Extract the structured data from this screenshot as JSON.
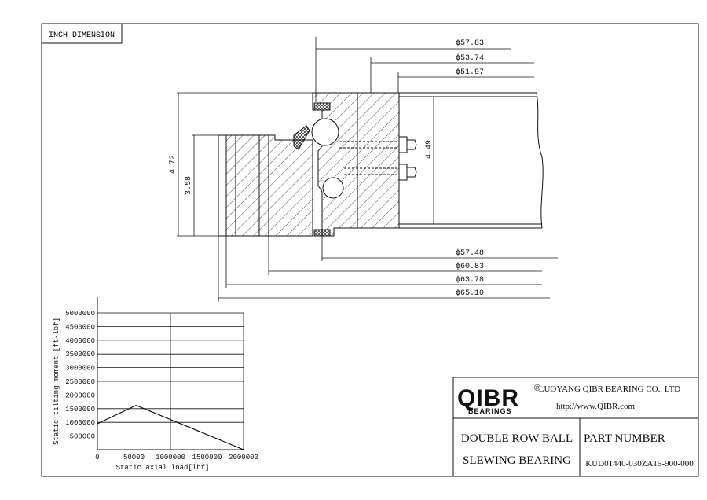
{
  "header_label": "INCH DIMENSION",
  "dimensions": {
    "top": [
      "ϕ57.83",
      "ϕ53.74",
      "ϕ51.97"
    ],
    "bottom": [
      "ϕ57.48",
      "ϕ60.83",
      "ϕ63.78",
      "ϕ65.10"
    ],
    "height_outer": "4.72",
    "height_inner": "3.58",
    "height_right": "4.49"
  },
  "chart_data": {
    "type": "line",
    "xlabel": "Static axial load[lbf]",
    "ylabel": "Static tilting moment [ft-lbf]",
    "x_ticks": [
      "0",
      "50000",
      "1000000",
      "1500000",
      "2000000"
    ],
    "y_ticks": [
      "500000",
      "1000000",
      "1500000",
      "2000000",
      "2500000",
      "3000000",
      "3500000",
      "4000000",
      "4500000",
      "5000000"
    ],
    "xlim": [
      0,
      2000000
    ],
    "ylim": [
      0,
      5000000
    ],
    "series": [
      {
        "x": [
          0,
          530000,
          2000000
        ],
        "y": [
          950000,
          1620000,
          0
        ]
      }
    ],
    "grid": true
  },
  "title_block": {
    "logo_text": "QIBR",
    "logo_sub": "BEARINGS",
    "registered": "®",
    "company": "LUOYANG QIBR BEARING CO., LTD",
    "website": "http://www.QIBR.com",
    "product_line1": "DOUBLE ROW BALL",
    "product_line2": "SLEWING BEARING",
    "part_label": "PART NUMBER",
    "part_number": "KUD01440-030ZA15-900-000"
  }
}
